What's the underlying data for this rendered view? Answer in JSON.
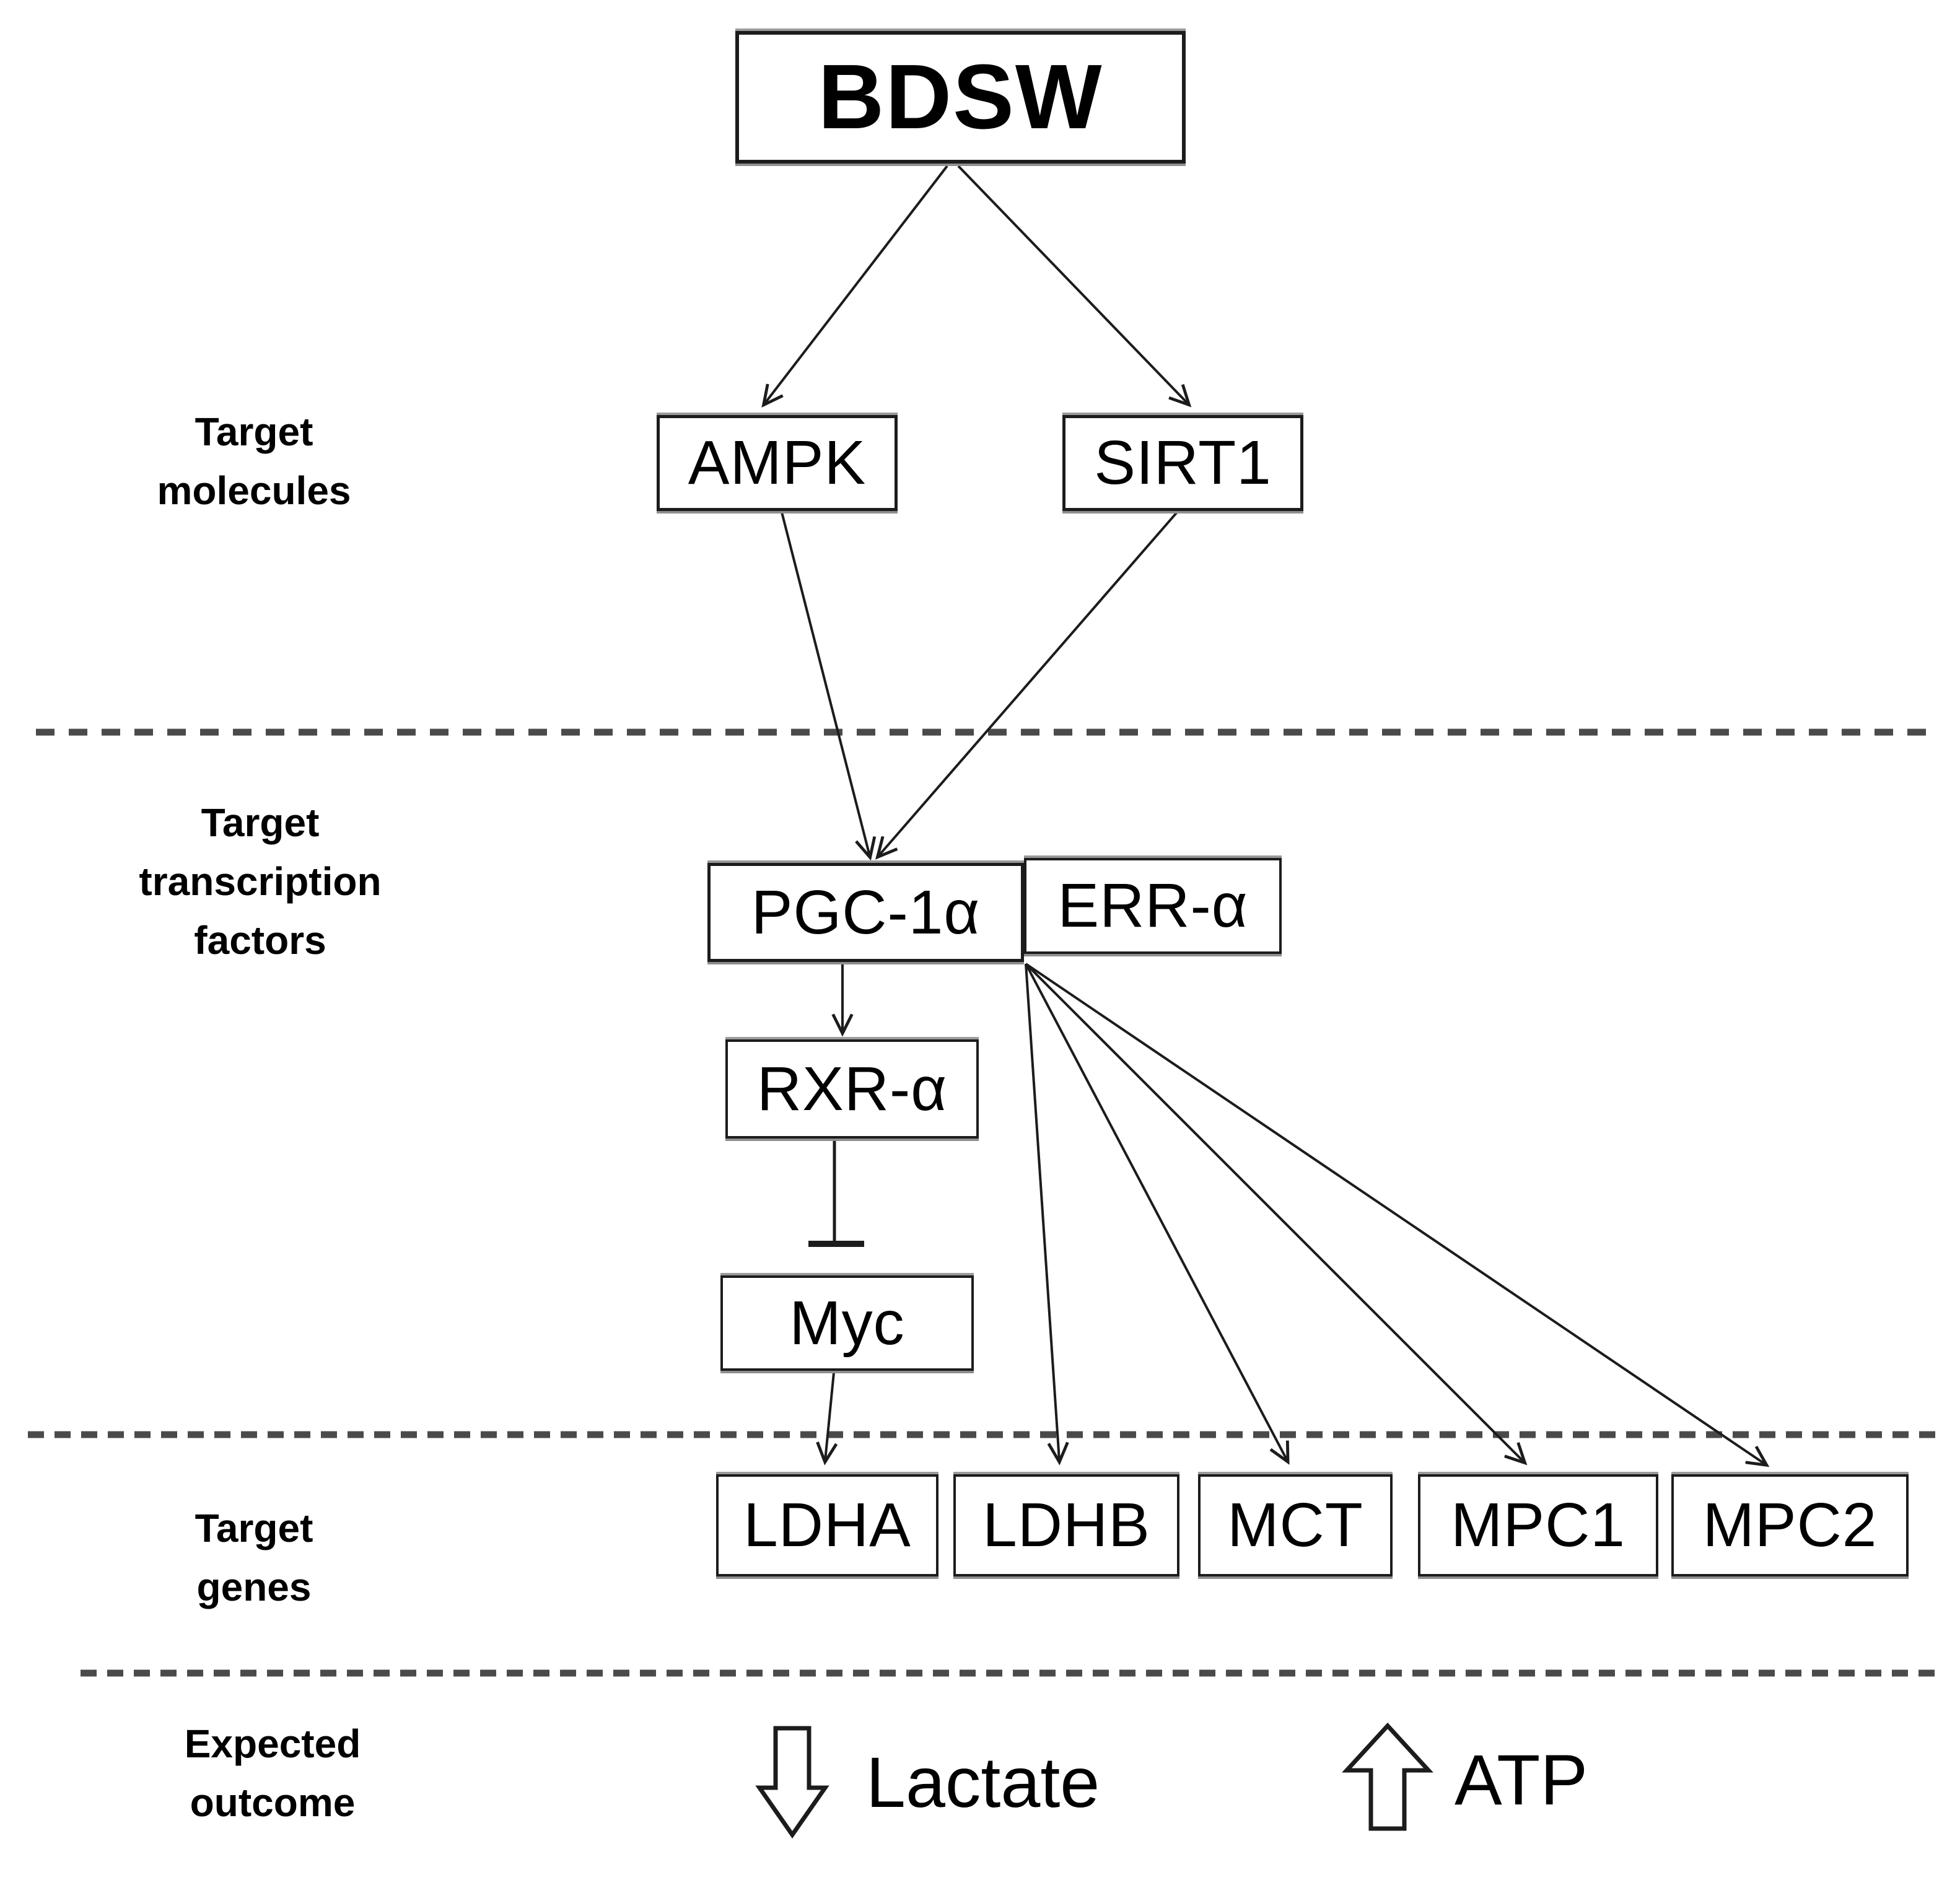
{
  "figure": {
    "background_color": "#ffffff",
    "stroke_color": "#1c1c1c",
    "separator_color": "#4a4a4a",
    "row_labels": [
      {
        "id": "target-molecules",
        "label": "Target\nmolecules"
      },
      {
        "id": "target-transcription-factors",
        "label": "Target\ntranscription\nfactors"
      },
      {
        "id": "target-genes",
        "label": "Target\ngenes"
      },
      {
        "id": "expected-outcome",
        "label": "Expected\noutcome"
      }
    ],
    "nodes": {
      "bdsw": {
        "label": "BDSW"
      },
      "ampk": {
        "label": "AMPK"
      },
      "sirt1": {
        "label": "SIRT1"
      },
      "pgc1a": {
        "label": "PGC-1α"
      },
      "erra": {
        "label": "ERR-α"
      },
      "rxra": {
        "label": "RXR-α"
      },
      "myc": {
        "label": "Myc"
      },
      "ldha": {
        "label": "LDHA"
      },
      "ldhb": {
        "label": "LDHB"
      },
      "mct": {
        "label": "MCT"
      },
      "mpc1": {
        "label": "MPC1"
      },
      "mpc2": {
        "label": "MPC2"
      }
    },
    "edges": [
      {
        "from": "BDSW",
        "to": "AMPK",
        "type": "arrow"
      },
      {
        "from": "BDSW",
        "to": "SIRT1",
        "type": "arrow"
      },
      {
        "from": "AMPK",
        "to": "PGC-1α",
        "type": "arrow"
      },
      {
        "from": "SIRT1",
        "to": "PGC-1α",
        "type": "arrow"
      },
      {
        "from": "PGC-1α",
        "to": "RXR-α",
        "type": "arrow"
      },
      {
        "from": "RXR-α",
        "to": "Myc",
        "type": "inhibition"
      },
      {
        "from": "Myc",
        "to": "LDHA",
        "type": "arrow"
      },
      {
        "from": "ERR-α",
        "to": "LDHB",
        "type": "arrow"
      },
      {
        "from": "ERR-α",
        "to": "MCT",
        "type": "arrow"
      },
      {
        "from": "ERR-α",
        "to": "MPC1",
        "type": "arrow"
      },
      {
        "from": "ERR-α",
        "to": "MPC2",
        "type": "arrow"
      }
    ],
    "outcomes": [
      {
        "icon": "down-block-arrow",
        "direction": "decrease",
        "label": "Lactate"
      },
      {
        "icon": "up-block-arrow",
        "direction": "increase",
        "label": "ATP"
      }
    ]
  }
}
